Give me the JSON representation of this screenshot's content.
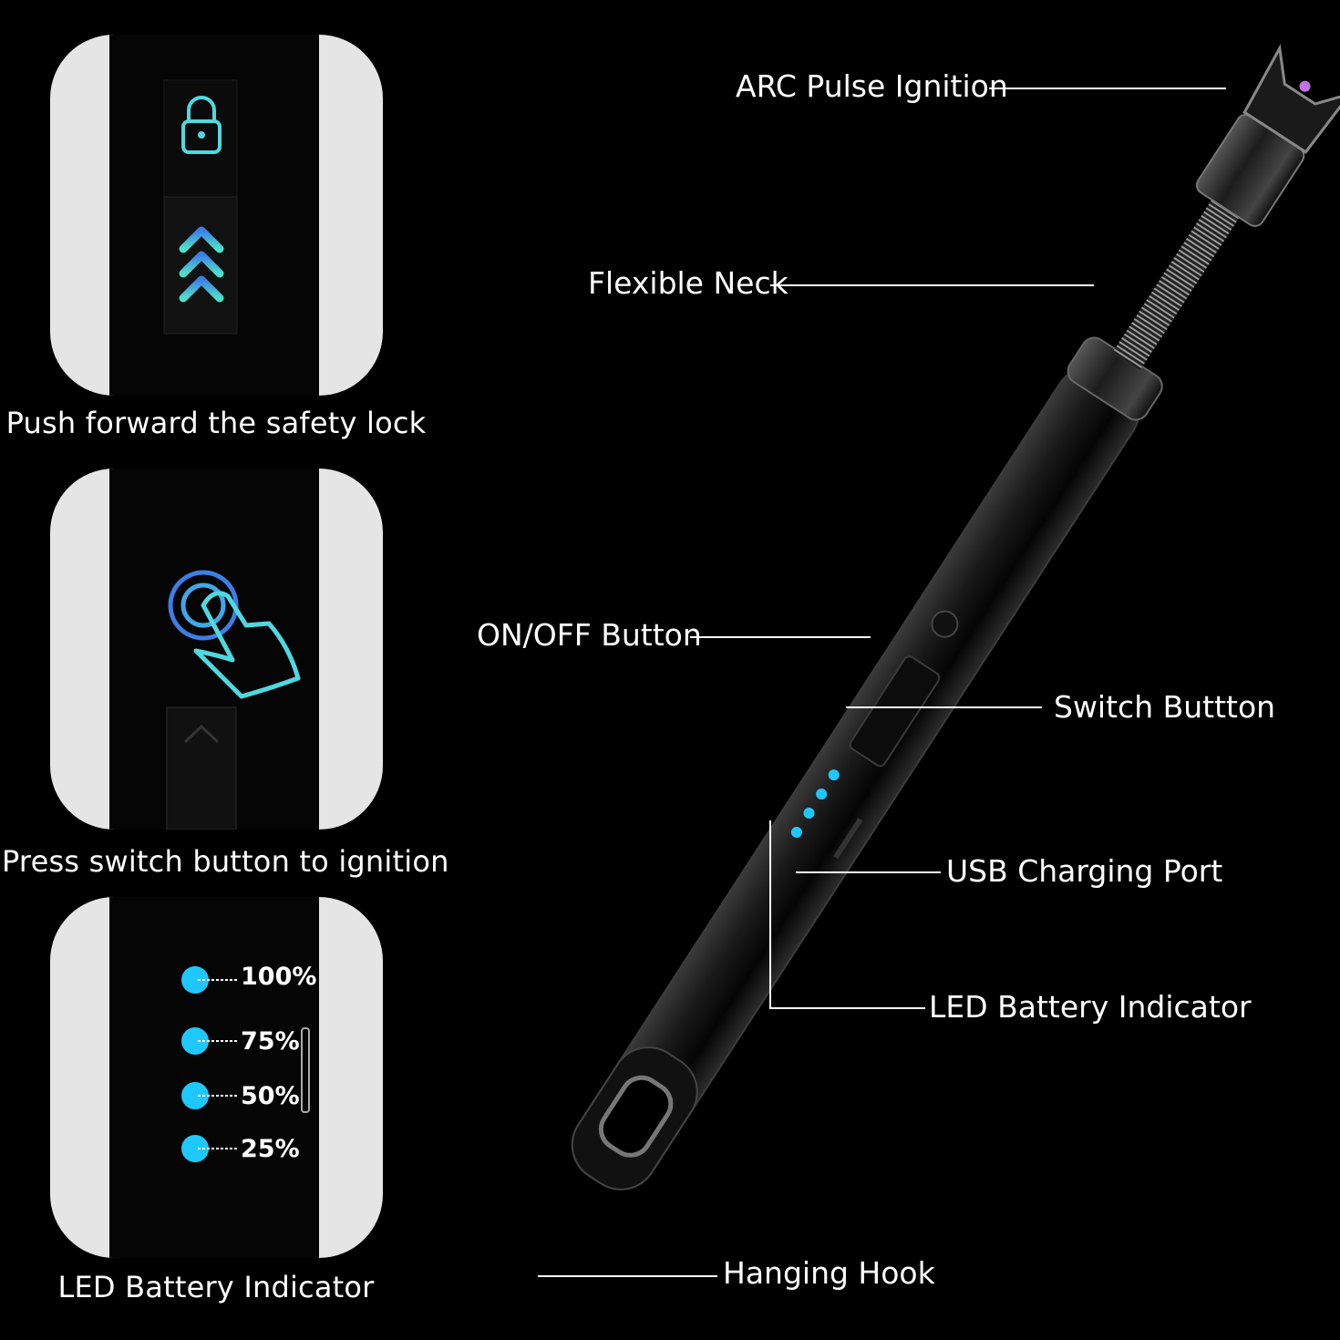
{
  "panels": {
    "lock_caption": "Push forward the safety lock",
    "press_caption": "Press switch button to ignition",
    "battery_caption": "LED Battery Indicator",
    "battery_levels": [
      "100%",
      "75%",
      "50%",
      "25%"
    ]
  },
  "callouts": {
    "arc": "ARC Pulse Ignition",
    "neck": "Flexible Neck",
    "onoff": "ON/OFF Button",
    "switch": "Switch Buttton",
    "usb": "USB Charging Port",
    "led": "LED Battery Indicator",
    "hook": "Hanging Hook"
  },
  "colors": {
    "background": "#000000",
    "panel": "#e5e5e5",
    "led": "#1ec8ff",
    "accent": "#4fd8e0"
  },
  "icons": [
    "lock-icon",
    "chevron-up-icon",
    "touch-hand-icon"
  ]
}
